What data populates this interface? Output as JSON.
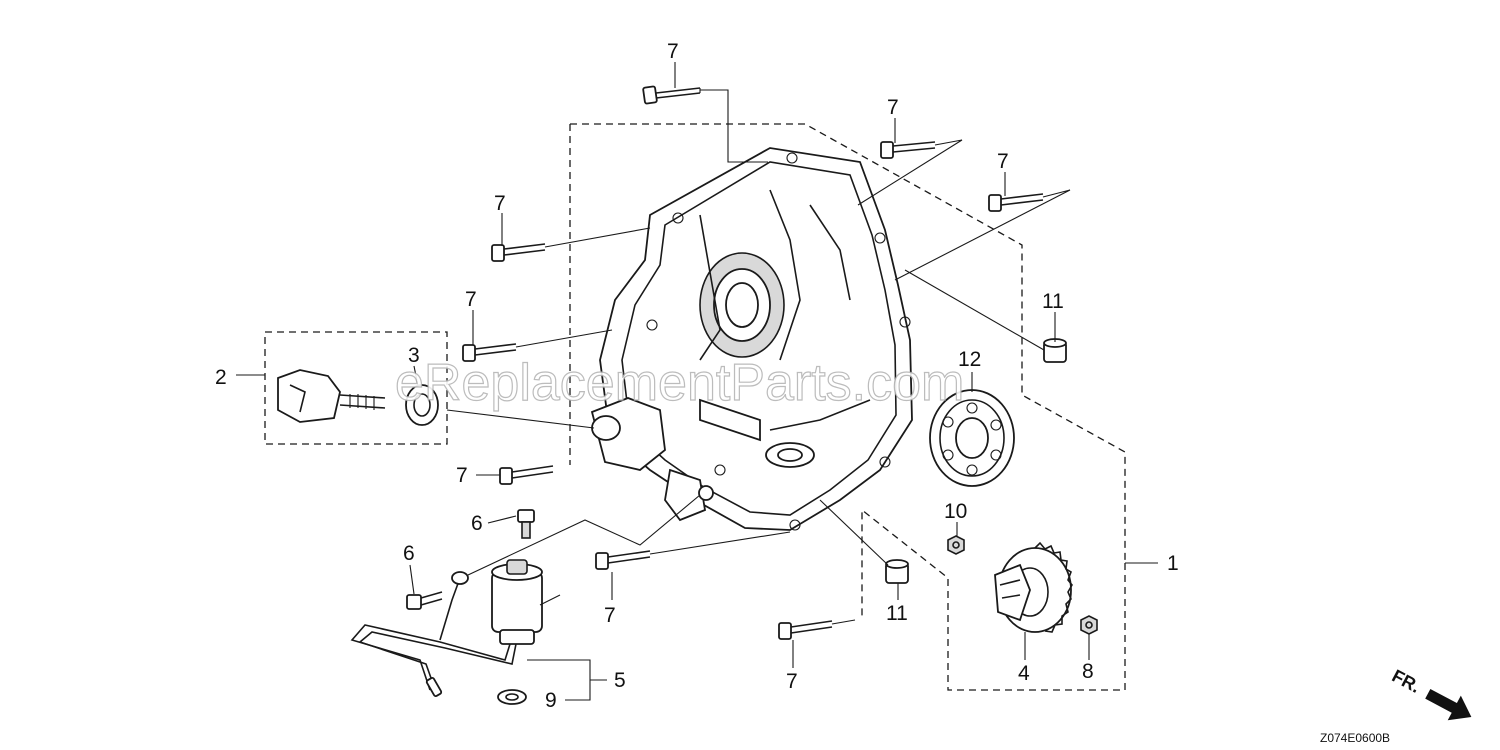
{
  "diagram": {
    "callouts": {
      "c1": "1",
      "c2": "2",
      "c3": "3",
      "c4": "4",
      "c5": "5",
      "c6a": "6",
      "c6b": "6",
      "c7a": "7",
      "c7b": "7",
      "c7c": "7",
      "c7d": "7",
      "c7e": "7",
      "c7f": "7",
      "c7g": "7",
      "c7h": "7",
      "c8": "8",
      "c9": "9",
      "c10": "10",
      "c11a": "11",
      "c11b": "11",
      "c12": "12"
    },
    "watermark": "eReplacementParts.com",
    "direction_label": "FR.",
    "diagram_code": "Z074E0600B"
  }
}
